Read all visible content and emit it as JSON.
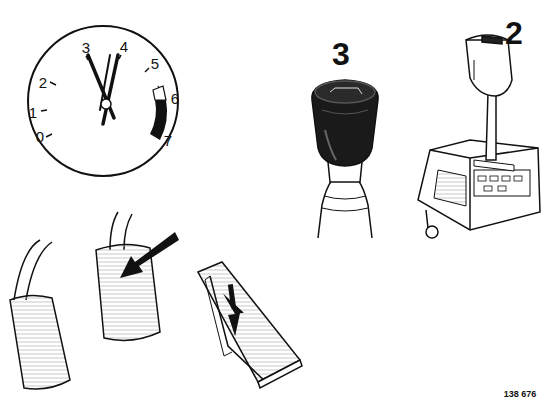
{
  "diagram": {
    "labels": [
      "0",
      "1",
      "2",
      "3",
      "4",
      "5",
      "6",
      "7",
      "3",
      "2",
      "138 676"
    ]
  }
}
